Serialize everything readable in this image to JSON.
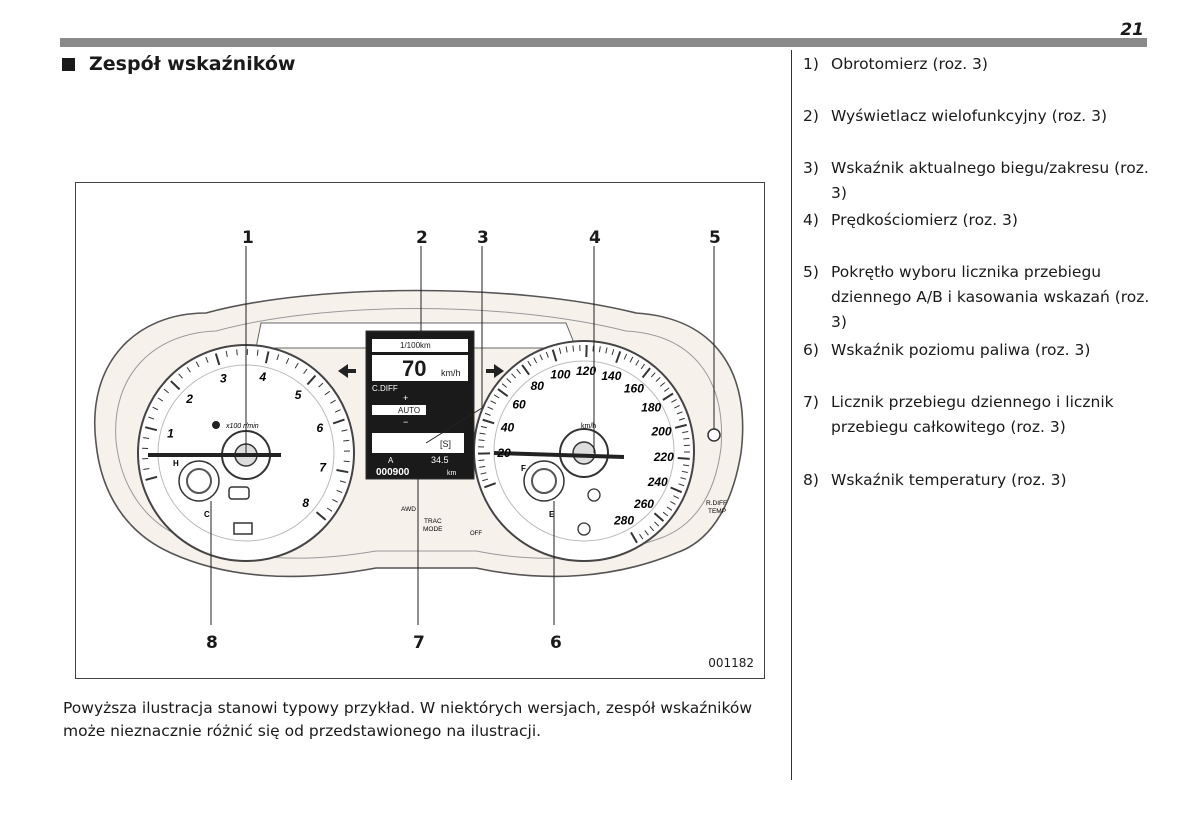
{
  "page": {
    "number": "21"
  },
  "section": {
    "title": "Zespół wskaźników"
  },
  "legend": [
    {
      "num": "1)",
      "text": "Obrotomierz (roz. 3)"
    },
    {
      "num": "2)",
      "text": "Wyświetlacz wielofunkcyjny (roz. 3)"
    },
    {
      "num": "3)",
      "text": "Wskaźnik aktualnego biegu/zakresu (roz. 3)"
    },
    {
      "num": "4)",
      "text": "Prędkościomierz (roz. 3)"
    },
    {
      "num": "5)",
      "text": "Pokrętło wyboru licznika przebiegu dziennego A/B i kasowania wskazań (roz. 3)"
    },
    {
      "num": "6)",
      "text": "Wskaźnik poziomu paliwa (roz. 3)"
    },
    {
      "num": "7)",
      "text": "Licznik przebiegu dziennego i licznik przebiegu całkowitego (roz. 3)"
    },
    {
      "num": "8)",
      "text": "Wskaźnik temperatury (roz. 3)"
    }
  ],
  "figure": {
    "code": "001182",
    "callouts": [
      "1",
      "2",
      "3",
      "4",
      "5",
      "6",
      "7",
      "8"
    ],
    "tachometer": {
      "numbers": [
        "1",
        "2",
        "3",
        "4",
        "5",
        "6",
        "7",
        "8"
      ],
      "unit": "x100 r/min",
      "hot": "H",
      "cold": "C"
    },
    "speedometer": {
      "numbers": [
        "20",
        "40",
        "60",
        "80",
        "100",
        "120",
        "140",
        "160",
        "180",
        "200",
        "220",
        "240",
        "260",
        "280"
      ],
      "unit": "km/h",
      "full": "F",
      "empty": "E"
    },
    "display": {
      "consumption_label": "1/100km",
      "speed": "70",
      "speed_unit": "km/h",
      "cdiff": "C.DIFF",
      "plus": "+",
      "auto": "AUTO",
      "minus": "−",
      "gear": "[S]",
      "trip_label": "A",
      "trip_value": "34.5",
      "odometer": "000900",
      "odo_unit": "km"
    },
    "labels": {
      "rdiff": [
        "R.DIFF",
        "TEMP"
      ],
      "awd": "AWD",
      "trac": [
        "TRAC",
        "MODE"
      ],
      "off": "OFF"
    }
  },
  "caption": "Powyższa ilustracja stanowi typowy przykład. W niektórych wersjach, zespół wskaźników może nieznacznie różnić się od przedstawionego na ilustracji."
}
